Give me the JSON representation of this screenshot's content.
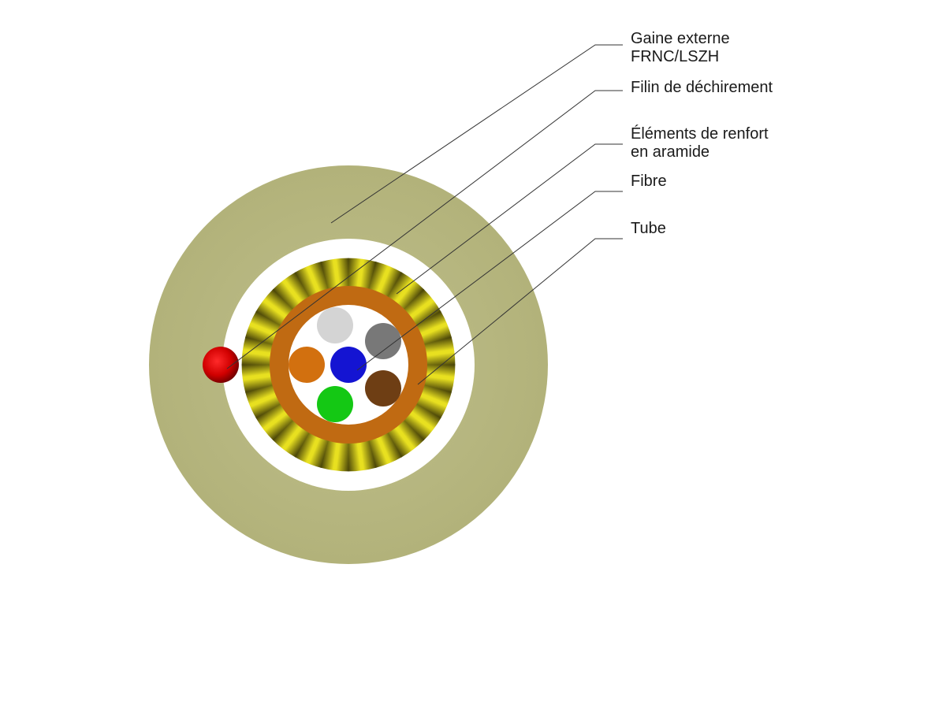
{
  "colors": {
    "outer_jacket": "#b6b67f",
    "gap": "#ffffff",
    "aramid_light": "#e8e020",
    "aramid_dark": "#4a4508",
    "tube": "#c06a12",
    "ripcord": "#d00000",
    "leader": "#333333"
  },
  "fibers": [
    {
      "name": "fiber-white",
      "color": "#d4d4d4"
    },
    {
      "name": "fiber-grey",
      "color": "#787878"
    },
    {
      "name": "fiber-orange",
      "color": "#d2700f"
    },
    {
      "name": "fiber-blue",
      "color": "#1414d2"
    },
    {
      "name": "fiber-brown",
      "color": "#6e3e14"
    },
    {
      "name": "fiber-green",
      "color": "#14c814"
    }
  ],
  "callouts": [
    {
      "id": "outer-jacket",
      "lines": [
        "Gaine externe",
        "FRNC/LSZH"
      ]
    },
    {
      "id": "ripcord",
      "lines": [
        "Filin de déchirement"
      ]
    },
    {
      "id": "aramid",
      "lines": [
        "Éléments de renfort",
        "en aramide"
      ]
    },
    {
      "id": "fibre",
      "lines": [
        "Fibre"
      ]
    },
    {
      "id": "tube",
      "lines": [
        "Tube"
      ]
    }
  ]
}
